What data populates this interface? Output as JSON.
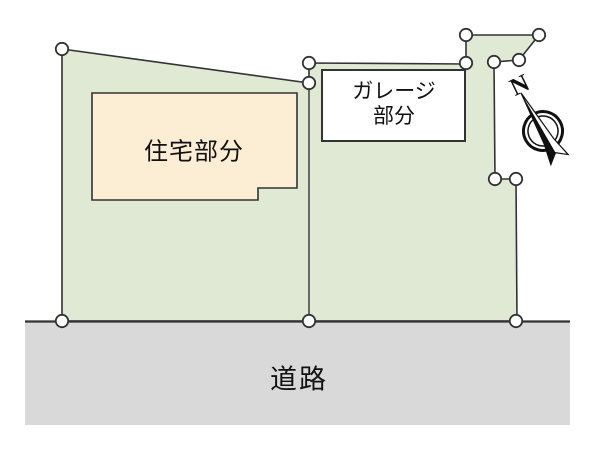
{
  "labels": {
    "house": "住宅部分",
    "garage_line1": "ガレージ",
    "garage_line2": "部分",
    "road": "道路",
    "compass_north": "N"
  },
  "colors": {
    "parcel_green": "#dfe9d3",
    "house_cream": "#fcedd5",
    "road_gray": "#d9d9d9",
    "outline_dark": "#333333",
    "text_dark": "#111111"
  }
}
